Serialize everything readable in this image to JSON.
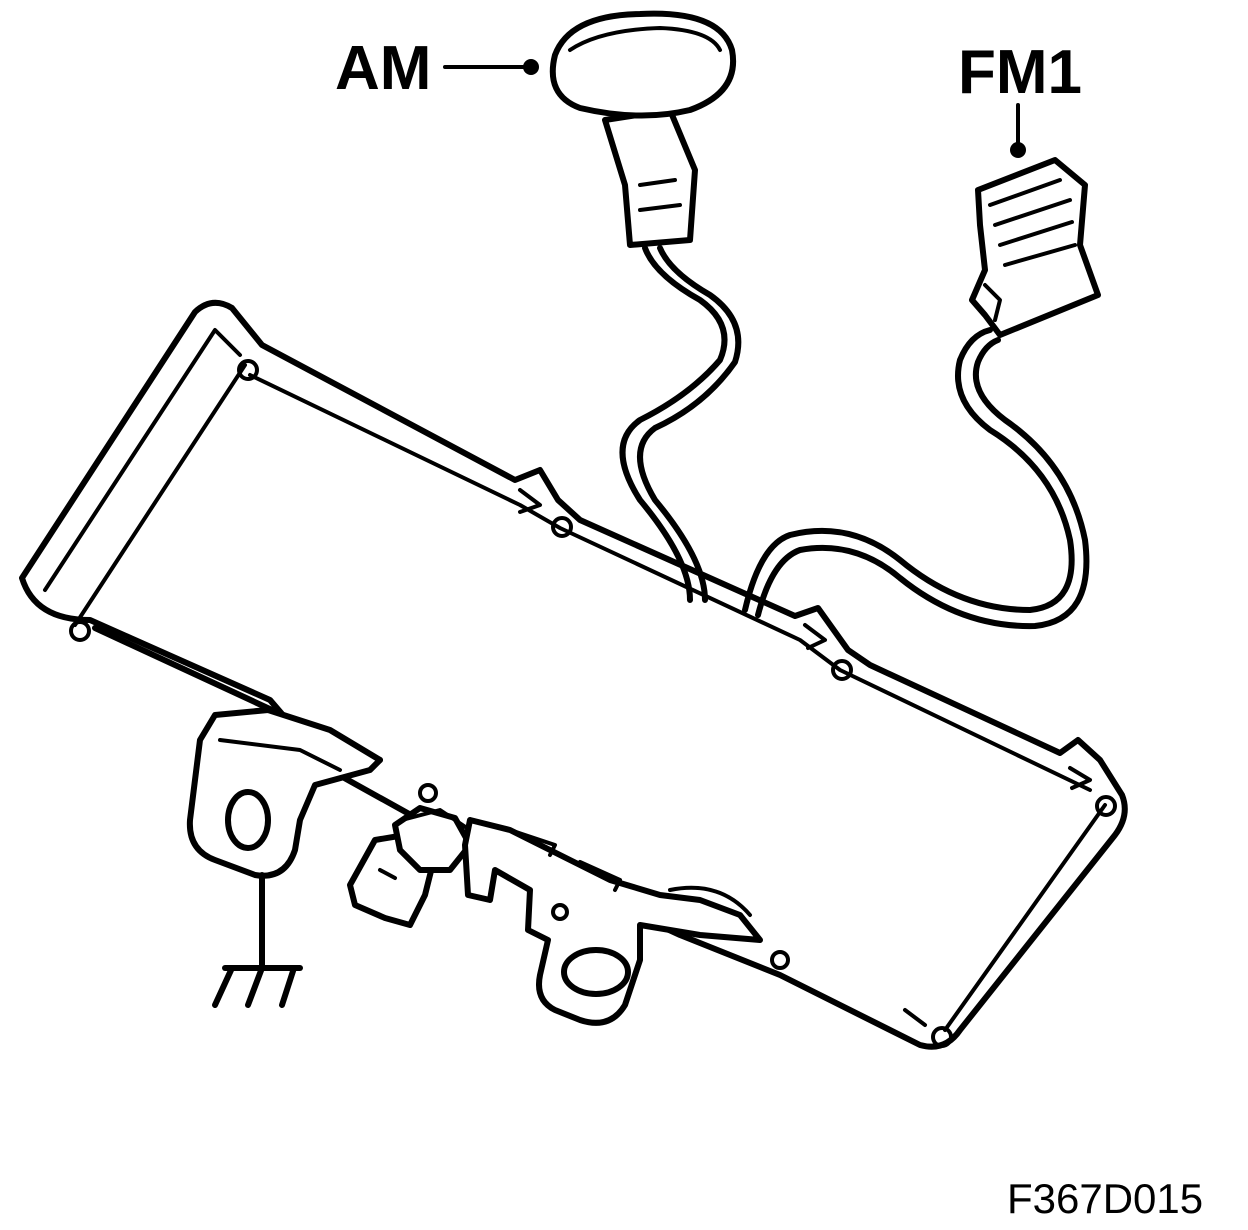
{
  "labels": {
    "am": "AM",
    "fm1": "FM1",
    "figure_ref": "F367D015"
  }
}
